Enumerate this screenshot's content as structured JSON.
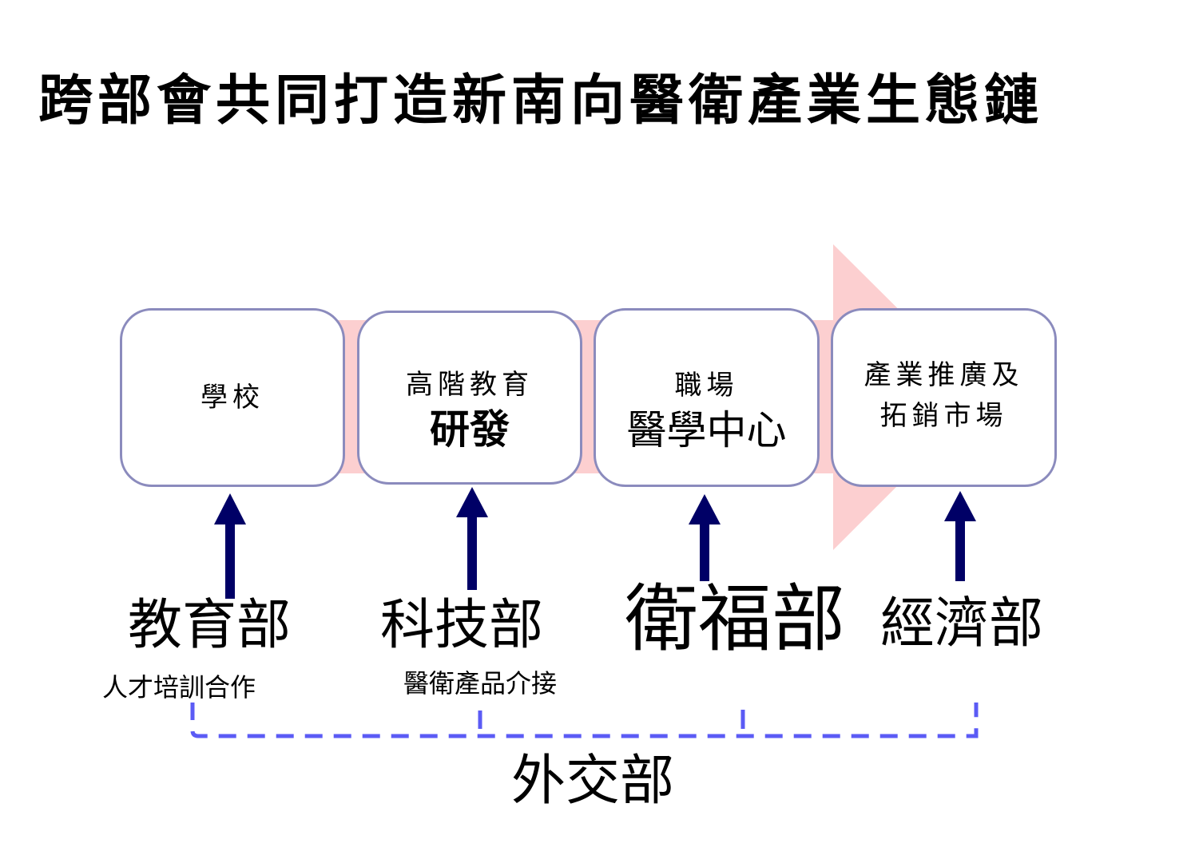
{
  "title": "跨部會共同打造新南向醫衛產業生態鏈",
  "colors": {
    "band": "#fccfd0",
    "box_border": "#8b8bbd",
    "up_arrow": "#000066",
    "dashed_bracket": "#5b5bf5"
  },
  "stages": [
    {
      "label": "學校",
      "sub": ""
    },
    {
      "label": "高階教育",
      "sub": "研發"
    },
    {
      "label": "職場",
      "sub": "醫學中心"
    },
    {
      "label_lines": [
        "產業推廣及",
        "拓銷市場"
      ],
      "sub": ""
    }
  ],
  "ministries": [
    {
      "name": "教育部",
      "note": "人才培訓合作"
    },
    {
      "name": "科技部",
      "note": "醫衛產品介接"
    },
    {
      "name": "衛福部",
      "note": ""
    },
    {
      "name": "經濟部",
      "note": ""
    }
  ],
  "bracket_ministry": "外交部",
  "icons": {
    "flow_arrow": "right-arrow-icon",
    "support_arrow": "up-arrow-icon"
  }
}
